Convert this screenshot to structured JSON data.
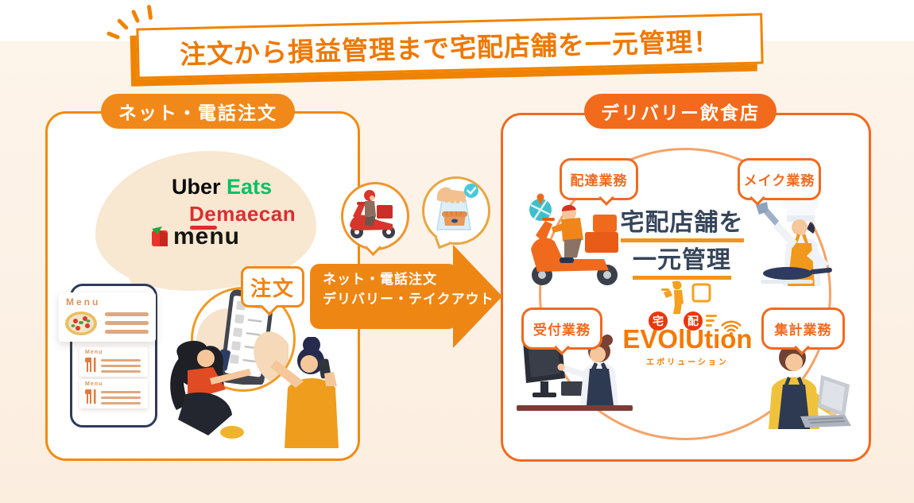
{
  "banner": {
    "text": "注文から損益管理まで宅配店舗を一元管理！"
  },
  "left_panel": {
    "pill": "ネット・電話注文",
    "logos": {
      "uber": "Uber ",
      "eats": "Eats",
      "demaecan": "Demaecan",
      "menu": "menu"
    },
    "phone": {
      "menu_header": "Menu",
      "card1_label": "Menu",
      "card2_label": "Menu"
    },
    "order_badge": "注文"
  },
  "flow": {
    "arrow_line1": "ネット・電話注文",
    "arrow_line2": "デリバリー・テイクアウト"
  },
  "right_panel": {
    "pill": "デリバリー飲食店",
    "bubbles": [
      {
        "label": "配達業務"
      },
      {
        "label": "メイク業務"
      },
      {
        "label": "受付業務"
      },
      {
        "label": "集計業務"
      }
    ],
    "headline": {
      "line1": "宅配店舗を",
      "line2": "一元管理"
    },
    "logo": {
      "kanji_left": "宅",
      "kanji_right": "配",
      "name": "EVOlUtion",
      "kana": "エボリューション"
    }
  },
  "colors": {
    "orange": "#F08300",
    "orange_deep": "#F2691E",
    "cream": "#FCF1E5",
    "navy": "#36455A",
    "brand_red": "#E8380D",
    "brand_orange": "#F47900",
    "uber_green": "#06C167",
    "demaecan_red": "#DB2E31"
  }
}
